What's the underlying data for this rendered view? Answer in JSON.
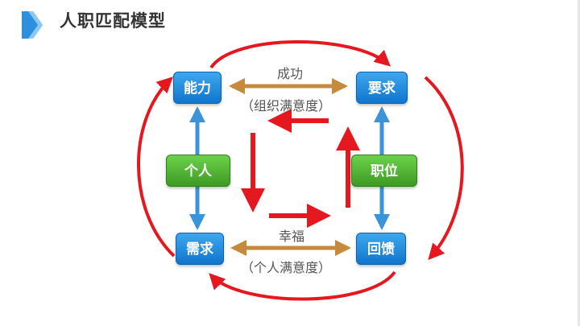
{
  "header": {
    "title": "人职匹配模型",
    "accent_color": "#2e8fe0"
  },
  "diagram": {
    "nodes": {
      "ability": "能力",
      "requirement": "要求",
      "individual": "个人",
      "position": "职位",
      "need": "需求",
      "reward": "回馈"
    },
    "links": {
      "top_label": "成功",
      "top_sublabel": "（组织满意度）",
      "bottom_label": "幸福",
      "bottom_sublabel": "（个人满意度）"
    },
    "colors": {
      "node_blue": "#1e8ee0",
      "node_green": "#4caf2e",
      "arrow_blue": "#3b94d8",
      "arrow_brown": "#c58a3c",
      "arrow_red": "#e5171f"
    }
  }
}
